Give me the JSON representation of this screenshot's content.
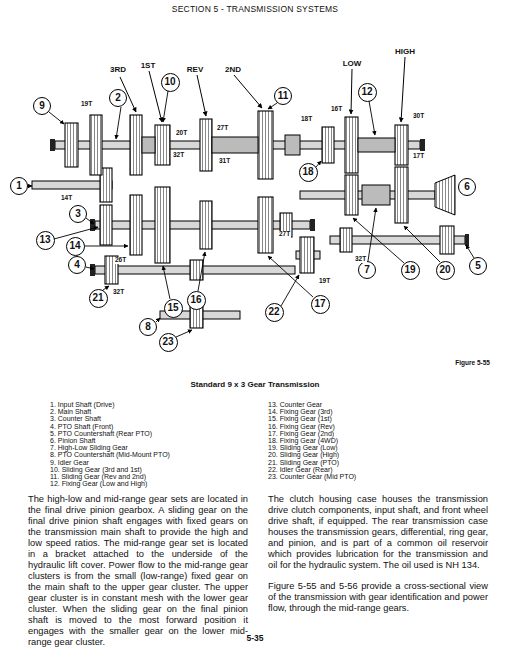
{
  "diagram": {
    "title": "Standard 9 x 3 Gear Transmission",
    "nodes": [
      {
        "text": [
          "1"
        ]
      },
      {
        "text": [
          "2"
        ]
      },
      {
        "text": [
          "3"
        ]
      },
      {
        "text": [
          "4"
        ]
      },
      {
        "text": [
          "5"
        ]
      },
      {
        "text": [
          "6"
        ]
      },
      {
        "text": [
          "7"
        ]
      },
      {
        "text": [
          "8"
        ]
      },
      {
        "text": [
          "9"
        ]
      },
      {
        "text": [
          "10"
        ]
      },
      {
        "text": [
          "11"
        ]
      },
      {
        "text": [
          "12"
        ]
      },
      {
        "text": [
          "13"
        ]
      },
      {
        "text": [
          "14"
        ]
      },
      {
        "text": [
          "15"
        ]
      },
      {
        "text": [
          "16"
        ]
      },
      {
        "text": [
          "17"
        ]
      },
      {
        "text": [
          "18"
        ]
      },
      {
        "text": [
          "19"
        ]
      },
      {
        "text": [
          "20"
        ]
      },
      {
        "text": [
          "21"
        ]
      },
      {
        "text": [
          "22"
        ]
      },
      {
        "text": [
          "23"
        ]
      }
    ],
    "labels": [
      "SECTION 5 - TRANSMISSION SYSTEMS",
      "3RD",
      "1ST",
      "REV",
      "2ND",
      "LOW",
      "HIGH",
      "19T",
      "32T",
      "20T",
      "27T",
      "31T",
      "18T",
      "16T",
      "30T",
      "17T",
      "14T",
      "26T",
      "32T",
      "27T",
      "19T",
      "32T",
      "Figure 5-55",
      "1. Input Shaft (Drive)",
      "2. Main Shaft",
      "3. Counter Shaft",
      "4. PTO Shaft (Front)",
      "5. PTO Countershaft (Rear PTO)",
      "6. Pinion Shaft",
      "7. High-Low Sliding Gear",
      "8. PTO Countershaft (Mid-Mount PTO)",
      "9. Idler Gear",
      "10. Sliding Gear (3rd and 1st)",
      "11. Sliding Gear (Rev and 2nd)",
      "12. Fixing Gear (Low and High)",
      "13. Counter Gear",
      "14. Fixing Gear (3rd)",
      "15. Fixing Gear (1st)",
      "16. Fixing Gear (Rev)",
      "17. Fixing Gear (2nd)",
      "18. Fixing Gear (4WD)",
      "19. Sliding Gear (Low)",
      "20. Sliding Gear (High)",
      "21. Sliding Gear (PTO)",
      "22. Idler Gear (Rear)",
      "23. Counter Gear (Mid PTO)",
      "The high-low and mid-range gear sets are located in the final drive pinion gearbox. A sliding gear on the final drive pinion shaft engages with fixed gears on the transmission main shaft to provide the high and low speed ratios. The mid-range gear set is located in a bracket attached to the underside of the hydraulic lift cover. Power flow to the mid-range gear clusters is from the small (low-range) fixed gear on the main shaft to the upper gear cluster. The upper gear cluster is in constant mesh with the lower gear cluster. When the sliding gear on the final pinion shaft is moved to the most forward position it engages with the smaller gear on the lower mid-range gear cluster.",
      "The clutch housing case houses the transmission drive clutch components, input shaft, and front wheel drive shaft, if equipped. The rear transmission case houses the transmission gears, differential, ring gear, and pinion, and is part of a common oil reservoir which provides lubrication for the transmission and oil for the hydraulic system. The oil used is NH 134.",
      "Figure 5-55 and 5-56 provide a cross-sectional view of the transmission with gear identification and power flow, through the mid-range gears.",
      "5-35"
    ]
  }
}
